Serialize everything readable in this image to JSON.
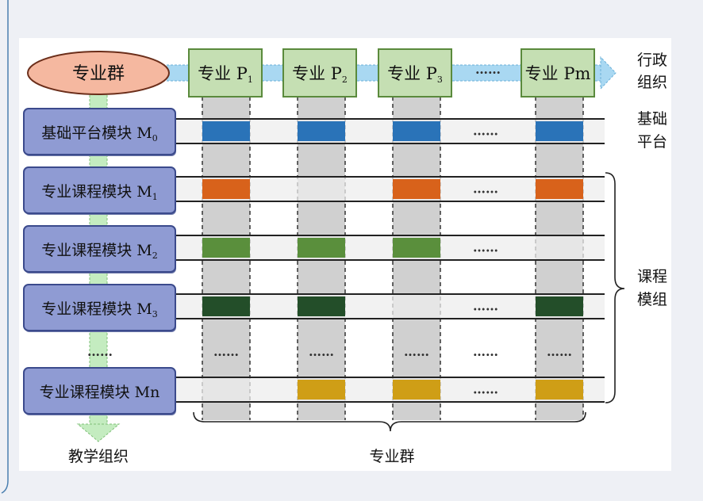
{
  "diagram": {
    "group_oval_label": "专业群",
    "majors": [
      {
        "label": "专业 P",
        "sub": "1"
      },
      {
        "label": "专业 P",
        "sub": "2"
      },
      {
        "label": "专业 P",
        "sub": "3"
      },
      {
        "label": "专业 Pm",
        "sub": ""
      }
    ],
    "modules": [
      {
        "label": "基础平台模块 M",
        "sub": "0"
      },
      {
        "label": "专业课程模块 M",
        "sub": "1"
      },
      {
        "label": "专业课程模块 M",
        "sub": "2"
      },
      {
        "label": "专业课程模块 M",
        "sub": "3"
      },
      {
        "label": "专业课程模块 Mn",
        "sub": ""
      }
    ],
    "ellipsis": "……",
    "right_labels": {
      "admin_org": [
        "行政",
        "组织"
      ],
      "base_platform": [
        "基础",
        "平台"
      ],
      "course_module": [
        "课程",
        "模组"
      ]
    },
    "bottom_labels": {
      "teaching_org": "教学组织",
      "major_group": "专业群"
    },
    "colors": {
      "oval_fill": "#f5b8a0",
      "major_box_fill": "#c5dfb3",
      "major_box_border": "#5a8a3c",
      "module_box_fill": "#8f9bd3",
      "module_box_border": "#3b4a8c",
      "arrow_fill": "#a9d8f2",
      "green_arrow_fill": "#c4ecc0",
      "column_fill": "#d0d0d0",
      "row_band_fill": "#eeeeee",
      "blue": "#2a73b8",
      "orange": "#d8621b",
      "light_green": "#5a8f3c",
      "dark_green": "#234e29",
      "gold": "#cf9e16"
    },
    "cell_rows": [
      {
        "row": 0,
        "cells": [
          "blue",
          "blue",
          "blue",
          "blue"
        ]
      },
      {
        "row": 1,
        "cells": [
          "orange",
          "",
          "orange",
          "orange"
        ]
      },
      {
        "row": 2,
        "cells": [
          "light_green",
          "light_green",
          "light_green",
          ""
        ]
      },
      {
        "row": 3,
        "cells": [
          "dark_green",
          "dark_green",
          "",
          "dark_green"
        ]
      },
      {
        "row": 4,
        "cells": [
          "",
          "gold",
          "gold",
          "gold"
        ]
      }
    ]
  }
}
